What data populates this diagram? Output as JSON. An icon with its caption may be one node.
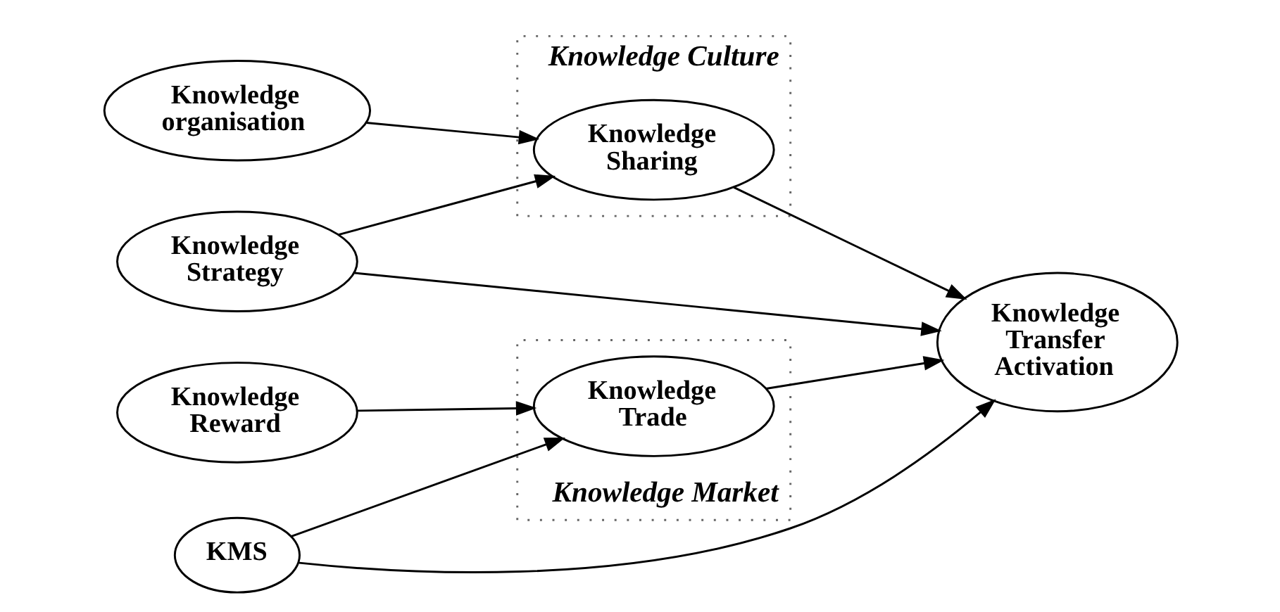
{
  "diagram": {
    "nodes": [
      {
        "text": [
          "Knowledge organisation"
        ]
      },
      {
        "text": [
          "Knowledge Strategy"
        ]
      },
      {
        "text": [
          "KMS"
        ]
      },
      {
        "text": [
          "Knowledge Reward"
        ]
      },
      {
        "text": [
          "Knowledge Culture"
        ]
      },
      {
        "text": [
          "Knowledge Sharing"
        ],
        "in": 4
      },
      {
        "text": [
          "Knowledge Market"
        ]
      },
      {
        "text": [
          "Knowledge Trade"
        ],
        "in": 6
      },
      {
        "text": [
          "Knowledge Transfer Activation"
        ]
      }
    ],
    "edges": [
      {
        "from": 0,
        "to": 5,
        "arrow": "to"
      },
      {
        "from": 1,
        "to": 5,
        "arrow": "to"
      },
      {
        "from": 1,
        "to": 8,
        "arrow": "to"
      },
      {
        "from": 2,
        "to": 8,
        "arrow": "to"
      },
      {
        "from": 2,
        "to": 7,
        "arrow": "to"
      },
      {
        "from": 3,
        "to": 7,
        "arrow": "to"
      },
      {
        "from": 5,
        "to": 8,
        "arrow": "to"
      },
      {
        "from": 7,
        "to": 8,
        "arrow": "to"
      }
    ]
  }
}
